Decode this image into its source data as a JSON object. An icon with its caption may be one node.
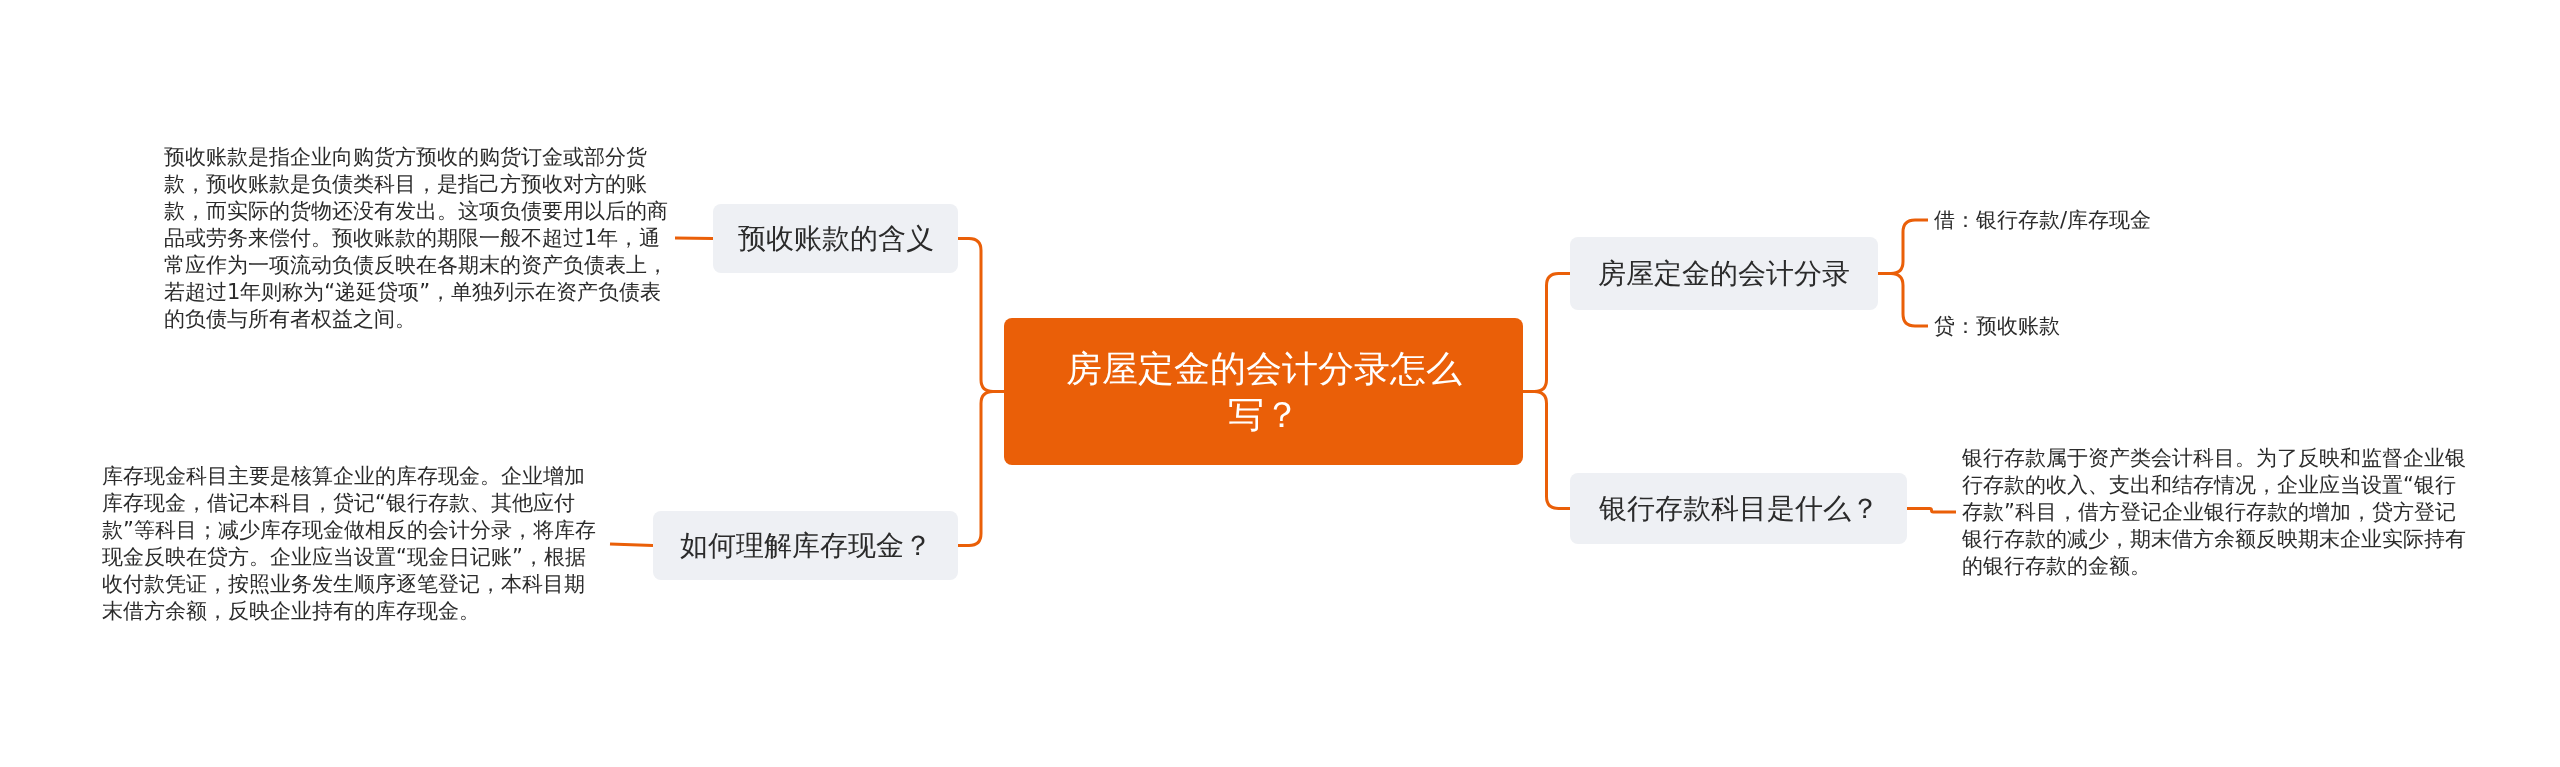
{
  "diagram": {
    "nodes": [
      {
        "text": [
          "房屋定金的会计分录怎么写？"
        ]
      },
      {
        "text": [
          "预收账款的含义"
        ]
      },
      {
        "text": [
          "预收账款是指企业向购货方预收的购货订金或部分货款，预收账款是负债类科目，是指己方预收对方的账款，而实际的货物还没有发出。这项负债要用以后的商品或劳务来偿付。预收账款的期限一般不超过1年，通常应作为一项流动负债反映在各期末的资产负债表上，若超过1年则称为“递延贷项”，单独列示在资产负债表的负债与所有者权益之间。"
        ]
      },
      {
        "text": [
          "如何理解库存现金？"
        ]
      },
      {
        "text": [
          "库存现金科目主要是核算企业的库存现金。企业增加库存现金，借记本科目，贷记“银行存款、其他应付款”等科目；减少库存现金做相反的会计分录，将库存现金反映在贷方。企业应当设置“现金日记账”，根据收付款凭证，按照业务发生顺序逐笔登记，本科目期末借方余额，反映企业持有的库存现金。"
        ]
      },
      {
        "text": [
          "房屋定金的会计分录"
        ]
      },
      {
        "text": [
          "借：银行存款/库存现金"
        ]
      },
      {
        "text": [
          "贷：预收账款"
        ]
      },
      {
        "text": [
          "银行存款科目是什么？"
        ]
      },
      {
        "text": [
          "银行存款属于资产类会计科目。为了反映和监督企业银行存款的收入、支出和结存情况，企业应当设置“银行存款”科目，借方登记企业银行存款的增加，贷方登记银行存款的减少，期末借方余额反映期末企业实际持有的银行存款的金额。"
        ]
      }
    ],
    "edges": [
      {
        "from": 0,
        "to": 1,
        "arrow": "none"
      },
      {
        "from": 1,
        "to": 2,
        "arrow": "none"
      },
      {
        "from": 0,
        "to": 3,
        "arrow": "none"
      },
      {
        "from": 3,
        "to": 4,
        "arrow": "none"
      },
      {
        "from": 0,
        "to": 5,
        "arrow": "none"
      },
      {
        "from": 5,
        "to": 6,
        "arrow": "none"
      },
      {
        "from": 5,
        "to": 7,
        "arrow": "none"
      },
      {
        "from": 0,
        "to": 8,
        "arrow": "none"
      },
      {
        "from": 8,
        "to": 9,
        "arrow": "none"
      }
    ]
  }
}
